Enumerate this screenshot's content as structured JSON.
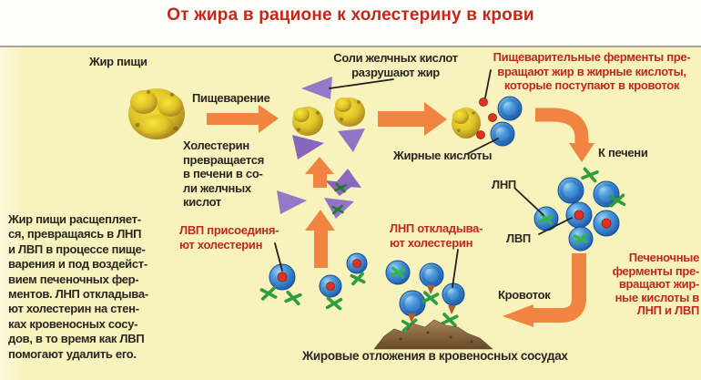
{
  "title": "От жира в рационе к холестерину в крови",
  "colors": {
    "title_red": "#C3271B",
    "annotation_red": "#C0281C",
    "panel_background": "#F8F2BD",
    "arrow_orange": "#F18440",
    "bile_salt_purple": "#8F6FC2",
    "lipoprotein_blue": "#3E8FD8",
    "cholesterol_green": "#2E9E3C",
    "enzyme_red": "#E03220",
    "fat_yellow": "#DFC328",
    "deposit_brown": "#7A5C3A"
  },
  "panel": {
    "labels": {
      "fat_food": "Жир пищи",
      "digestion": "Пищеварение",
      "bile_salts_break_fat": "Соли желчных кислот\nразрушают жир",
      "cholesterol_to_bile": "Холестерин\nпревращается\nв печени в со-\nли желчных\nкислот",
      "fatty_acids": "Жирные кислоты",
      "to_liver": "К печени",
      "ldl": "ЛНП",
      "hdl": "ЛВП",
      "bloodstream": "Кровоток",
      "fat_deposits_caption": "Жировые отложения в кровеносных сосудах"
    },
    "red_notes": {
      "digestive_enzymes": "Пищеварительные ферменты пре-\nвращают жир в жирные кислоты,\nкоторые поступают в кровоток",
      "hdl_attach": "ЛВП присоединя-\nют холестерин",
      "ldl_deposit": "ЛНП откладыва-\nют холестерин",
      "liver_enzymes": "Печеночные\nферменты пре-\nвращают жир-\nные кислоты в\nЛНП и ЛВП"
    },
    "left_paragraph": "Жир пищи расщепляет-\nся, превращаясь в ЛНП\nи ЛВП в процессе пище-\nварения и под воздейст-\nвием печеночных фер-\nментов. ЛНП откладыва-\nют холестерин на стен-\nках кровеносных сосу-\nдов, в то время как ЛВП\nпомогают удалить его.",
    "icon_legend": {
      "yellow-blob": "жир (fat particle)",
      "purple-triangle": "соль желчных кислот (bile salt)",
      "blue-sphere": "липопротеин / жирная кислота",
      "green-x": "холестерин",
      "red-dot": "пищеварительный фермент",
      "brown-mound": "жировое отложение"
    }
  }
}
